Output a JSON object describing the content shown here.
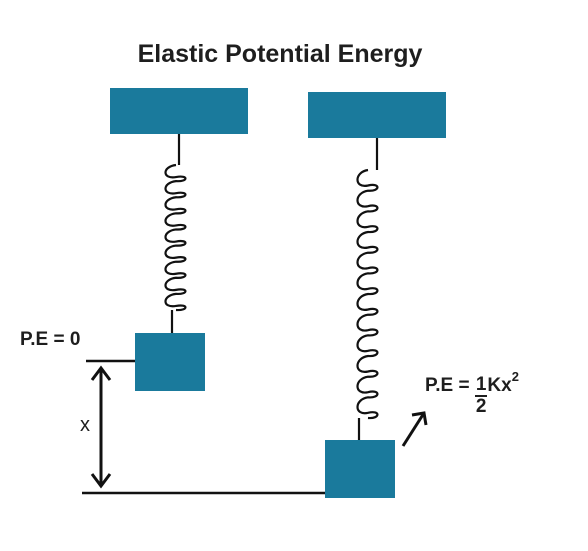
{
  "title": "Elastic Potential Energy",
  "left_label": "P.E = 0",
  "displacement_label": "x",
  "formula": {
    "prefix": "P.E =",
    "numerator": "1",
    "denominator": "2",
    "body": "Kx",
    "exponent": "2"
  },
  "colors": {
    "block": "#1a7a9c",
    "line": "#111111"
  }
}
